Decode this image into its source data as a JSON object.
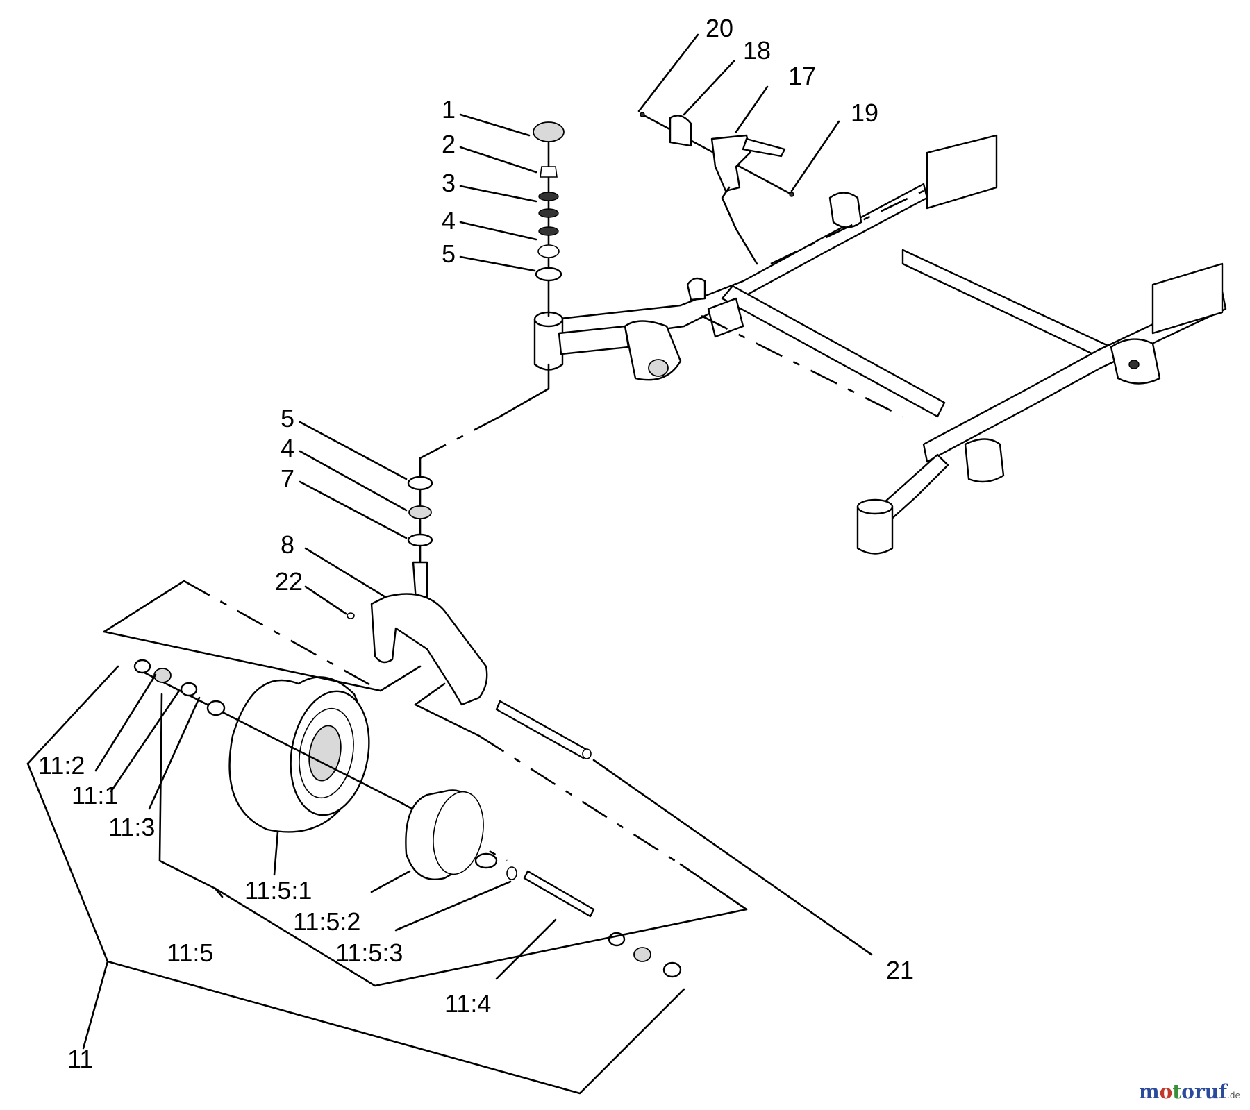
{
  "callouts": [
    {
      "id": "c1",
      "text": "1"
    },
    {
      "id": "c2",
      "text": "2"
    },
    {
      "id": "c3",
      "text": "3"
    },
    {
      "id": "c4a",
      "text": "4"
    },
    {
      "id": "c5a",
      "text": "5"
    },
    {
      "id": "c5b",
      "text": "5"
    },
    {
      "id": "c4b",
      "text": "4"
    },
    {
      "id": "c7",
      "text": "7"
    },
    {
      "id": "c8",
      "text": "8"
    },
    {
      "id": "c22",
      "text": "22"
    },
    {
      "id": "c20",
      "text": "20"
    },
    {
      "id": "c18",
      "text": "18"
    },
    {
      "id": "c17",
      "text": "17"
    },
    {
      "id": "c19",
      "text": "19"
    },
    {
      "id": "c21",
      "text": "21"
    },
    {
      "id": "c11_2",
      "text": "11:2"
    },
    {
      "id": "c11_1",
      "text": "11:1"
    },
    {
      "id": "c11_3",
      "text": "11:3"
    },
    {
      "id": "c11_5_1",
      "text": "11:5:1"
    },
    {
      "id": "c11_5_2",
      "text": "11:5:2"
    },
    {
      "id": "c11_5",
      "text": "11:5"
    },
    {
      "id": "c11_5_3",
      "text": "11:5:3"
    },
    {
      "id": "c11_4",
      "text": "11:4"
    },
    {
      "id": "c11",
      "text": "11"
    }
  ],
  "watermark": {
    "main": "motoruf",
    "suffix": ".de",
    "color_m": "#2a4b9b",
    "color_o": "#c0392b",
    "color_t": "#3a8f3a",
    "color_rest": "#2a4b9b"
  }
}
